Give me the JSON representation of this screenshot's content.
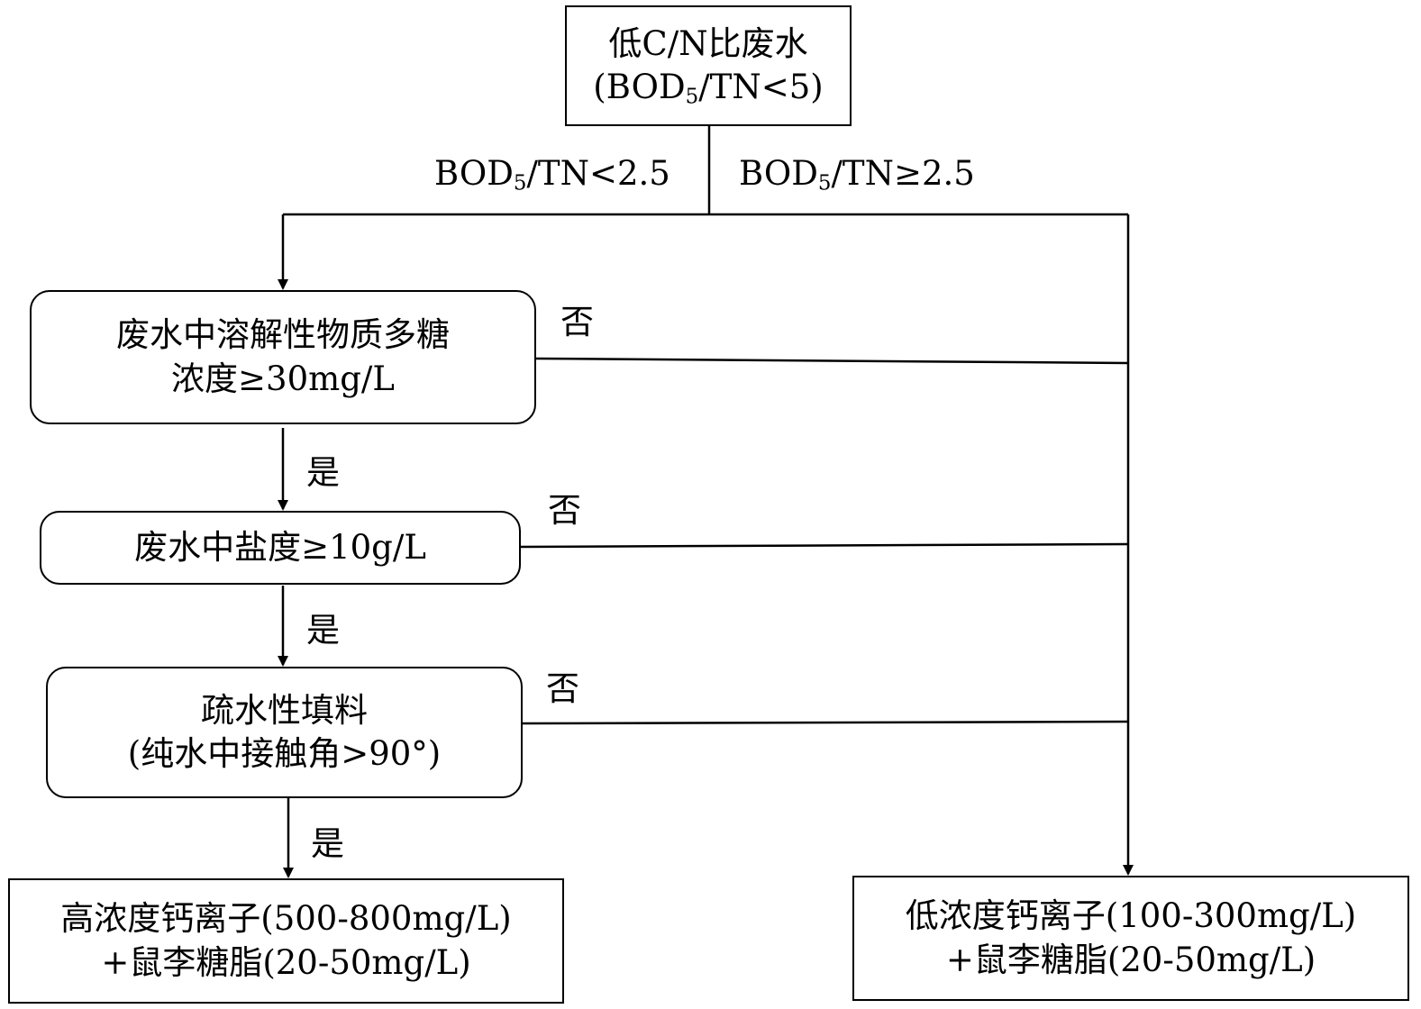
{
  "start": {
    "line1": "低C/N比废水",
    "line2_pre": "(BOD",
    "line2_sub": "5",
    "line2_post": "/TN<5)"
  },
  "branches": {
    "left": {
      "pre": "BOD",
      "sub": "5",
      "post": "/TN<2.5"
    },
    "right": {
      "pre": "BOD",
      "sub": "5",
      "post": "/TN≥2.5"
    }
  },
  "decisions": [
    {
      "line1": "废水中溶解性物质多糖",
      "line2": "浓度≥30mg/L"
    },
    {
      "line1": "废水中盐度≥10g/L"
    },
    {
      "line1": "疏水性填料",
      "line2": "(纯水中接触角>90°)"
    }
  ],
  "labels": {
    "yes": "是",
    "no": "否"
  },
  "results": {
    "left": {
      "line1": "高浓度钙离子(500-800mg/L)",
      "line2": "+鼠李糖脂(20-50mg/L)"
    },
    "right": {
      "line1": "低浓度钙离子(100-300mg/L)",
      "line2": "+鼠李糖脂(20-50mg/L)"
    }
  }
}
